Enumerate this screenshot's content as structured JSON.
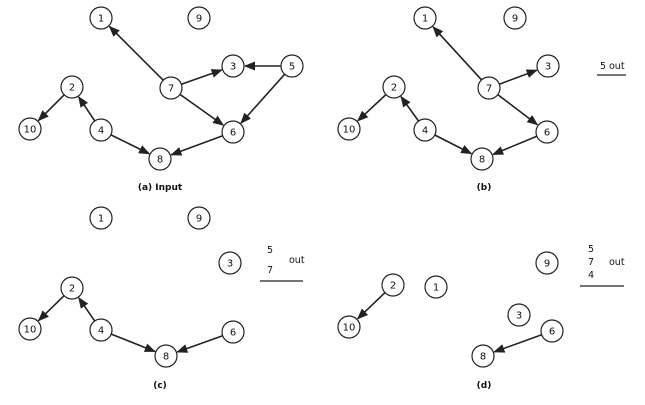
{
  "panels": [
    {
      "id": "a",
      "caption": "(a) Input",
      "nodes": [
        "1",
        "9",
        "7",
        "3",
        "5",
        "2",
        "10",
        "4",
        "6",
        "8"
      ],
      "edges": [
        [
          "7",
          "1"
        ],
        [
          "7",
          "3"
        ],
        [
          "5",
          "3"
        ],
        [
          "7",
          "6"
        ],
        [
          "5",
          "6"
        ],
        [
          "2",
          "10"
        ],
        [
          "4",
          "2"
        ],
        [
          "4",
          "8"
        ],
        [
          "6",
          "8"
        ]
      ]
    },
    {
      "id": "b",
      "caption": "(b)",
      "nodes": [
        "1",
        "9",
        "7",
        "3",
        "2",
        "10",
        "4",
        "6",
        "8"
      ],
      "edges": [
        [
          "7",
          "1"
        ],
        [
          "7",
          "3"
        ],
        [
          "7",
          "6"
        ],
        [
          "2",
          "10"
        ],
        [
          "4",
          "2"
        ],
        [
          "4",
          "8"
        ],
        [
          "6",
          "8"
        ]
      ],
      "out": {
        "items": [
          "5"
        ],
        "label": "out"
      }
    },
    {
      "id": "c",
      "caption": "(c)",
      "nodes": [
        "1",
        "9",
        "3",
        "2",
        "10",
        "4",
        "8",
        "6"
      ],
      "edges": [
        [
          "2",
          "10"
        ],
        [
          "4",
          "2"
        ],
        [
          "4",
          "8"
        ],
        [
          "6",
          "8"
        ]
      ],
      "out": {
        "items": [
          "5",
          "7"
        ],
        "label": "out"
      }
    },
    {
      "id": "d",
      "caption": "(d)",
      "nodes": [
        "9",
        "1",
        "2",
        "10",
        "3",
        "6",
        "8"
      ],
      "edges": [
        [
          "2",
          "10"
        ],
        [
          "6",
          "8"
        ]
      ],
      "out": {
        "items": [
          "5",
          "7",
          "4"
        ],
        "label": "out"
      }
    }
  ]
}
